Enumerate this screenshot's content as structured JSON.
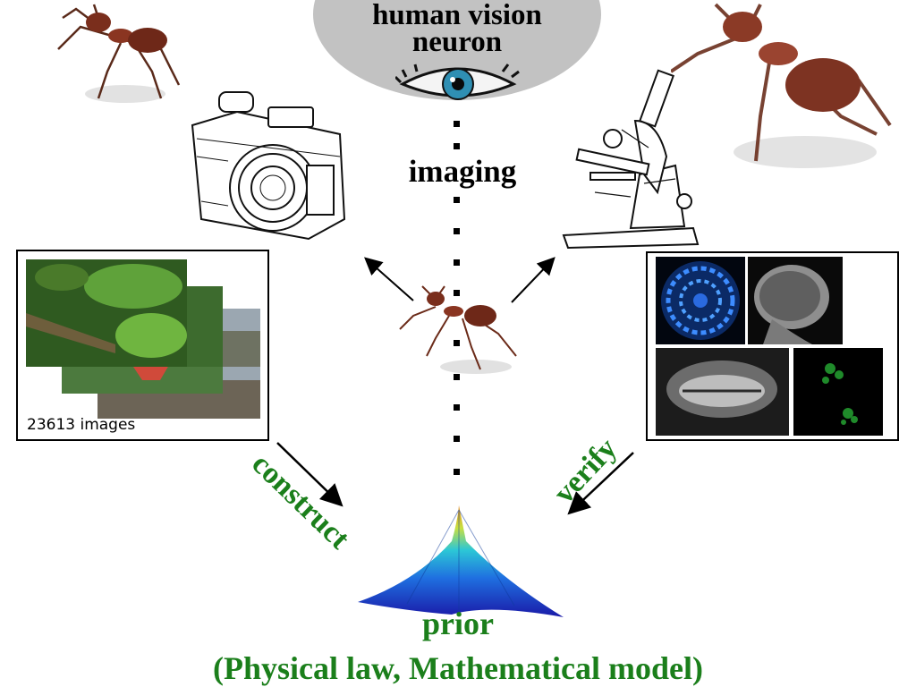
{
  "vision": {
    "title_line1": "human vision",
    "title_line2": "neuron"
  },
  "imaging_label": "imaging",
  "left_panel": {
    "caption": "23613 images"
  },
  "construct_label": "construct",
  "verify_label": "verify",
  "prior": {
    "title": "prior",
    "subtitle": "(Physical law, Mathematical model)"
  },
  "colors": {
    "label_green": "#1b7f1b",
    "ellipse_gray": "#c2c2c2"
  },
  "icons": [
    "eye-icon",
    "camera-icon",
    "microscope-icon",
    "ant-icon",
    "prior-surface-icon"
  ]
}
